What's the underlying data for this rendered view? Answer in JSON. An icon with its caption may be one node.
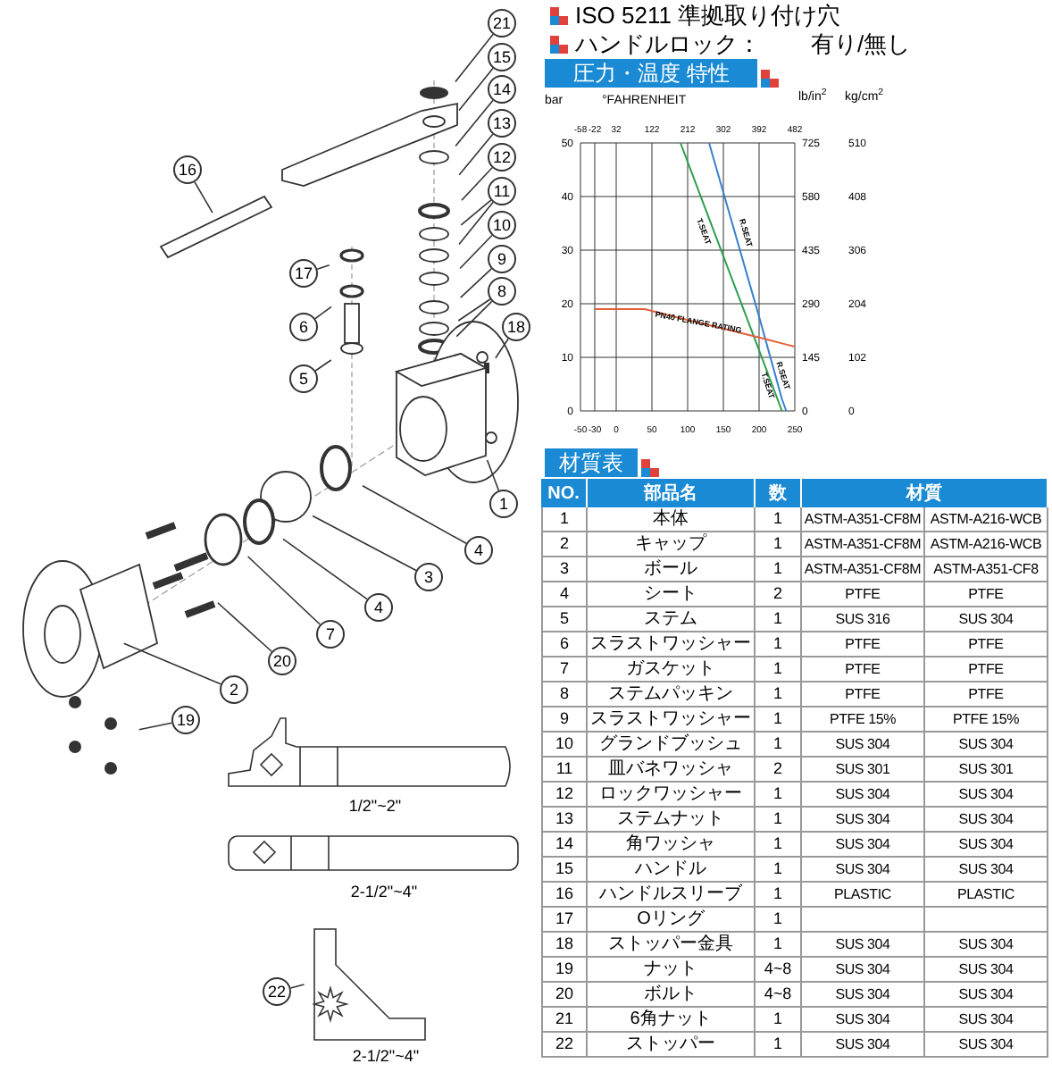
{
  "diagram": {
    "nodes": [
      {
        "text": [
          "21"
        ]
      },
      {
        "text": [
          "15"
        ]
      },
      {
        "text": [
          "14"
        ]
      },
      {
        "text": [
          "13"
        ]
      },
      {
        "text": [
          "12"
        ]
      },
      {
        "text": [
          "16"
        ]
      },
      {
        "text": [
          "11"
        ]
      },
      {
        "text": [
          "10"
        ]
      },
      {
        "text": [
          "9"
        ]
      },
      {
        "text": [
          "17"
        ]
      },
      {
        "text": [
          "8"
        ]
      },
      {
        "text": [
          "18"
        ]
      },
      {
        "text": [
          "6"
        ]
      },
      {
        "text": [
          "5"
        ]
      },
      {
        "text": [
          "1"
        ]
      },
      {
        "text": [
          "4"
        ]
      },
      {
        "text": [
          "3"
        ]
      },
      {
        "text": [
          "4"
        ]
      },
      {
        "text": [
          "7"
        ]
      },
      {
        "text": [
          "20"
        ]
      },
      {
        "text": [
          "2"
        ]
      },
      {
        "text": [
          "19"
        ]
      },
      {
        "text": [
          "22"
        ]
      }
    ],
    "edges": [
      {
        "from": 0,
        "to": null,
        "arrow": "none"
      },
      {
        "from": 1,
        "to": null,
        "arrow": "none"
      },
      {
        "from": 2,
        "to": null,
        "arrow": "none"
      },
      {
        "from": 3,
        "to": null,
        "arrow": "none"
      },
      {
        "from": 4,
        "to": null,
        "arrow": "none"
      },
      {
        "from": 5,
        "to": null,
        "arrow": "none"
      },
      {
        "from": 6,
        "to": null,
        "arrow": "none"
      },
      {
        "from": 6,
        "to": null,
        "arrow": "none"
      },
      {
        "from": 7,
        "to": null,
        "arrow": "none"
      },
      {
        "from": 8,
        "to": null,
        "arrow": "none"
      },
      {
        "from": 9,
        "to": null,
        "arrow": "none"
      },
      {
        "from": 10,
        "to": null,
        "arrow": "none"
      },
      {
        "from": 10,
        "to": null,
        "arrow": "none"
      },
      {
        "from": 11,
        "to": null,
        "arrow": "none"
      },
      {
        "from": 12,
        "to": null,
        "arrow": "none"
      },
      {
        "from": 13,
        "to": null,
        "arrow": "none"
      },
      {
        "from": 14,
        "to": null,
        "arrow": "none"
      },
      {
        "from": 15,
        "to": null,
        "arrow": "none"
      },
      {
        "from": 16,
        "to": null,
        "arrow": "none"
      },
      {
        "from": 17,
        "to": null,
        "arrow": "none"
      },
      {
        "from": 18,
        "to": null,
        "arrow": "none"
      },
      {
        "from": 19,
        "to": null,
        "arrow": "none"
      },
      {
        "from": 20,
        "to": null,
        "arrow": "none"
      },
      {
        "from": 21,
        "to": null,
        "arrow": "none"
      },
      {
        "from": 22,
        "to": null,
        "arrow": "none"
      }
    ],
    "labels": [
      "ISO 5211 準拠取り付け穴",
      "ハンドルロック：",
      "有り/無し",
      "圧力・温度 特性",
      "°FAHRENHEIT",
      "lb/in$^{2}$",
      "kg/cm$^{2}$",
      "-58",
      "-22",
      "32",
      "122",
      "212",
      "302",
      "392",
      "482",
      "725",
      "510",
      "580",
      "408",
      "435",
      "306",
      "290",
      "204",
      "145",
      "102",
      "0",
      "0",
      "材質表",
      "NO.",
      "部品名",
      "数",
      "材質",
      "1",
      "本体",
      "1",
      "ASTM-A351-CF8M",
      "ASTM-A216-WCB",
      "2",
      "キャップ",
      "1",
      "ASTM-A351-CF8M",
      "ASTM-A216-WCB",
      "3",
      "ボール",
      "1",
      "ASTM-A351-CF8M",
      "ASTM-A351-CF8",
      "4",
      "シート",
      "2",
      "PTFE",
      "PTFE",
      "5",
      "ステム",
      "1",
      "SUS 316",
      "SUS 304",
      "6",
      "スラストワッシャー",
      "1",
      "PTFE",
      "PTFE",
      "7",
      "ガスケット",
      "1",
      "PTFE",
      "PTFE",
      "8",
      "ステムパッキン",
      "1",
      "PTFE",
      "PTFE",
      "9",
      "スラストワッシャー",
      "1",
      "PTFE 15%",
      "PTFE 15%",
      "10",
      "グランドブッシュ",
      "1",
      "SUS 304",
      "SUS 304",
      "11",
      "皿バネワッシャ",
      "2",
      "SUS 301",
      "SUS 301",
      "12",
      "ロックワッシャー",
      "1",
      "SUS 304",
      "SUS 304",
      "13",
      "ステムナット",
      "1",
      "SUS 304",
      "SUS 304",
      "14",
      "角ワッシャ",
      "1",
      "SUS 304",
      "SUS 304",
      "15",
      "ハンドル",
      "1",
      "SUS 304",
      "SUS 304",
      "16",
      "ハンドルスリーブ",
      "1",
      "PLASTIC",
      "PLASTIC",
      "17",
      "Oリング",
      "1",
      "18",
      "ストッパー金具",
      "1",
      "SUS 304",
      "SUS 304",
      "19",
      "ナット",
      "4~8",
      "SUS 304",
      "SUS 304",
      "20",
      "ボルト",
      "4~8",
      "SUS 304",
      "SUS 304",
      "21",
      "6角ナット",
      "1",
      "SUS 304",
      "SUS 304",
      "22",
      "ストッパー",
      "1",
      "SUS 304",
      "SUS 304",
      "1/2\"~2\"",
      "2-1/2\"~4\"",
      "2-1/2\"~4\""
    ],
    "chart_data": {
      "type": "line",
      "ylabel": "bar",
      "x": [
        -30,
        40,
        90,
        130,
        200,
        232,
        238,
        250
      ],
      "xlim": [
        -50,
        250
      ],
      "ylim": [
        0,
        50
      ],
      "xticks": [
        -50,
        -30,
        0,
        50,
        100,
        150,
        200,
        250
      ],
      "yticks": [
        0,
        10,
        20,
        30,
        40,
        50
      ],
      "grid": true,
      "series": [
        {
          "name": "T.SEAT",
          "color": "#2e9e4f",
          "values": [
            null,
            null,
            50,
            35.9,
            11.3,
            0,
            null,
            null
          ]
        },
        {
          "name": "R.SEAT",
          "color": "#3a7fd0",
          "values": [
            null,
            null,
            null,
            50,
            17.6,
            2.2,
            0,
            null
          ]
        },
        {
          "name": "PN40 FLANGE RATING",
          "color": "#e0603a",
          "values": [
            19,
            19,
            17.3,
            16,
            13.7,
            12.6,
            12.4,
            12
          ]
        }
      ],
      "annotations": [
        {
          "text": "T.SEAT",
          "x": 203,
          "y": 7
        },
        {
          "text": "R.SEAT",
          "x": 224,
          "y": 9
        }
      ]
    }
  }
}
